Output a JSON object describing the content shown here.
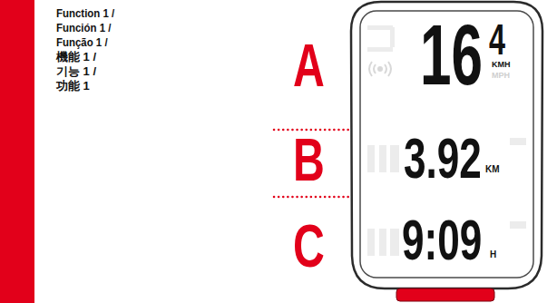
{
  "diagram": {
    "labels": [
      "Function 1 /",
      "Función 1 /",
      "Função 1 /",
      "機能 1 /",
      "기능 1 /",
      "功能 1",
      "A",
      "B",
      "C",
      "16",
      "4",
      "KMH",
      "MPH",
      "3.92",
      "KM",
      "9:09",
      "H"
    ]
  }
}
